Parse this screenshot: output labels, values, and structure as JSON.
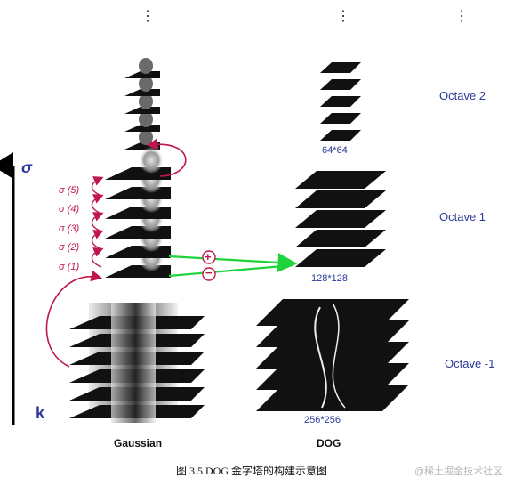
{
  "sigma_labels": [
    "σ (5)",
    "σ (4)",
    "σ (3)",
    "σ (2)",
    "σ (1)"
  ],
  "axis": {
    "top": "σ",
    "bottom": "k"
  },
  "octaves": [
    "Octave 2",
    "Octave 1",
    "Octave -1"
  ],
  "sizes": [
    "64*64",
    "128*128",
    "256*256"
  ],
  "column_titles": {
    "left": "Gaussian",
    "right": "DOG"
  },
  "ops": {
    "plus": "+",
    "minus": "−"
  },
  "ellipsis": "⋮",
  "caption": "图 3.5 DOG 金字塔的构建示意图",
  "watermark": "@稀土掘金技术社区",
  "colors": {
    "accent_red": "#c0174a",
    "accent_green": "#1fd43a",
    "label_blue": "#2b3a9a"
  }
}
